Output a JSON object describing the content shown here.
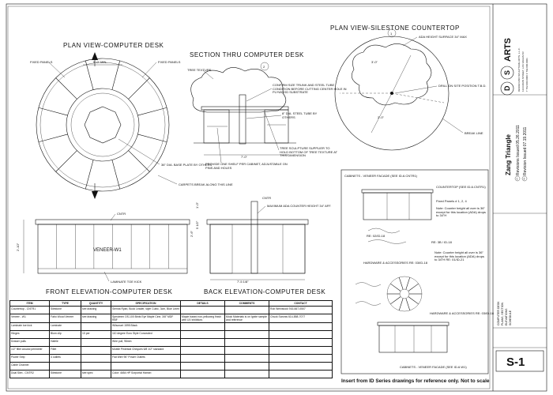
{
  "titles": {
    "plan_desk": "PLAN VIEW-COMPUTER DESK",
    "section_desk": "SECTION THRU COMPUTER DESK",
    "plan_counter": "PLAN VIEW-SILESTONE COUNTERTOP",
    "front_elev": "FRONT ELEVATION-COMPUTER DESK",
    "back_elev": "BACK ELEVATION-COMPUTER DESK"
  },
  "plan_desk_notes": {
    "dim_top": "5'-0\" MIN.",
    "fixed_left": "FIXED PANELS",
    "fixed_right": "FIXED PANELS",
    "base_plate": "36\" DIA. BASE PLATE BY OTHERS",
    "carpet_break": "CARPETS BREAK ALONG THIS LINE"
  },
  "section_notes": {
    "tree_texture": "TREE TEXTURE",
    "confirm": "CONFIRM SIZE TRUNK AND STEEL TUBE CONDITION BEFORE CUTTING CENTER HOLE IN PLYWOOD SUBSTRATE",
    "steel_tube": "8\" DIA. STEEL TUBE BY OTHERS",
    "sculpture": "TREE SCULPTURE SUPPLIER TO HOLD BOTTOM OF TREE TEXTURE AT THIS DIMENSION",
    "shelf": "PROVIDE ONE SHELF PER CABINET, ADJUSTABLE ON PINS AND HOLES",
    "marker": "2",
    "dim_bottom": "7'-0\""
  },
  "counter_notes": {
    "ada": "ADA HEIGHT SURFACE 34\" MAX",
    "drill": "DRILL ON SITE POSITION T.B.D.",
    "break": "BREAK LINE",
    "dim_a": "3'-0\"",
    "dim_b": "2'-0\"",
    "marker": "1"
  },
  "elevation_notes": {
    "center": "CNTR",
    "veneer": "VENEER-W1",
    "toe_kick": "LAMINATE TOE KICK",
    "max_ada": "MAXIMUM ADA COUNTER HEIGHT 34\" AFF.",
    "center_back": "CNTR",
    "dim_width": "7'-5 1/8\"",
    "dim_h1": "2'-10\"",
    "dim_h2": "2'-6\"",
    "dim_h3": "5 1/2\"",
    "dim_h4": "1'-0\""
  },
  "cabinet_box": {
    "header": "CABINETS - VENEER FACADE (SEE ID-6.CNTR1)",
    "countertop": "COUNTERTOP (SEE ID-6.CNTR1)",
    "fixed_panels": "Fixed Panels # 1, 2, 4",
    "note1": "Note: Counter height all over is 36\" except for this location (ADA) drops to 34\"H",
    "ref1": "RE: 02/ID-18",
    "ref2": "RE: 3B / ID-18",
    "hardware": "HARDWARE & ACCESSORIES RE: 03/ID-18",
    "note2": "Note: Counter height all over is 36\" except for this location (ADA) drops to 34\"H RE: 01/ID-21",
    "hardware2": "HARDWARE & ACCESSORIES RE: 03/ID-18",
    "footer": "CABINETS - VENEER FACADE (SEE ID-6.W1)",
    "caption": "Insert from ID Series drawings for reference only. Not to scale"
  },
  "schedule": {
    "headers": [
      "ITEM",
      "TYPE",
      "QUANTITY",
      "SPECIFICATION",
      "DETAILS",
      "COMMENTS",
      "CONTACT"
    ],
    "rows": [
      [
        "Countertop - CNTR1",
        "Silestone",
        "see drawing",
        "Sienna Ryan, Book Leader, style Cubic, 3cm, Blue Linen",
        "",
        "",
        "Rob Weinstock 916-667-0507"
      ],
      [
        "Veneer - W1",
        "Fabo Wood Veneer",
        "see drawing",
        "Specimen OS-100 Birds Eye Maple Cine, 3/8\" MDF RBF",
        "Maple based non-yellowing finish with UV inhibitors",
        "Mock Materials is on Ignite sample and reference",
        "Chuck Saronis 614-858-7077"
      ],
      [
        "Laminate toe kick",
        "Laminate",
        "",
        "Wilsonart 1595 Black",
        "",
        "",
        ""
      ],
      [
        "Hinges",
        "Blum clip",
        "10 per",
        "110 degree Euro Style Concealed",
        "",
        "",
        ""
      ],
      [
        "Drawer pulls",
        "Hafele",
        "",
        "Wire pull, 96mm",
        "",
        "",
        ""
      ],
      [
        "1/2\" fillet around perimeter",
        "Fillet",
        "",
        "Mobile Pedestal Cheques 6/8 1/2\" standard",
        "",
        "",
        ""
      ],
      [
        "Power Strip",
        "4 outlets",
        "",
        "Flat Wire 96\" Power Outlets",
        "",
        "",
        ""
      ],
      [
        "Cable Channel",
        "",
        "",
        "",
        "",
        "",
        ""
      ],
      [
        "Dual Slim - CNTR2",
        "Silestone",
        "see spec",
        "Color: 4654 HP Sorportal Hansel",
        "",
        "",
        ""
      ]
    ]
  },
  "title_block": {
    "logo_letters": [
      "D",
      "S"
    ],
    "logo_text": "ARTS",
    "company_lines": [
      "DESIGN AND SCULPTURE ARTS, L.L.C.",
      "1234 MAIN STREET, LAS VEGAS NV",
      "T 702.000.0000 F 702.000.0001"
    ],
    "project": "Zang Triangle",
    "revision1": "Revisions Issued 05.26.2011",
    "revision2": "Revision Issued 07.19.2011",
    "rev_marks": [
      "1",
      "2"
    ],
    "sheet_title_lines": [
      "COMPUTER DESK",
      "PLANS, SECTION",
      "ELEVATIONS",
      "SCHEDULE"
    ],
    "sheet_number": "S-1"
  }
}
